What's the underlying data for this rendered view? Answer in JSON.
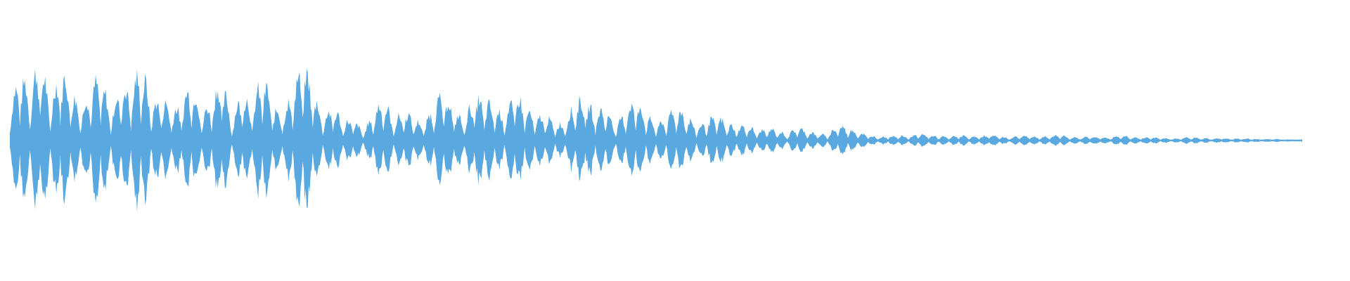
{
  "waveform": {
    "color": "#5aa8e0",
    "background": "#ffffff",
    "envelope": [
      0.35,
      0.8,
      0.55,
      0.98,
      0.4,
      0.85,
      0.6,
      0.35,
      0.6,
      0.75,
      0.3,
      0.65,
      0.55,
      0.9,
      0.4,
      0.5,
      0.35,
      0.4,
      0.7,
      0.3,
      0.45,
      0.75,
      0.2,
      0.6,
      0.35,
      0.78,
      0.4,
      0.3,
      0.55,
      0.92,
      0.6,
      0.25,
      0.4,
      0.2,
      0.25,
      0.1,
      0.3,
      0.5,
      0.2,
      0.35,
      0.25,
      0.18,
      0.4,
      0.55,
      0.35,
      0.22,
      0.5,
      0.45,
      0.38,
      0.28,
      0.55,
      0.4,
      0.25,
      0.3,
      0.18,
      0.2,
      0.45,
      0.48,
      0.3,
      0.4,
      0.15,
      0.35,
      0.48,
      0.3,
      0.18,
      0.25,
      0.38,
      0.3,
      0.15,
      0.22,
      0.28,
      0.2,
      0.15,
      0.18,
      0.1,
      0.14,
      0.12,
      0.06,
      0.16,
      0.1,
      0.08,
      0.06,
      0.18,
      0.14,
      0.1,
      0.06,
      0.04,
      0.05,
      0.06,
      0.04,
      0.08,
      0.06,
      0.05,
      0.04,
      0.06,
      0.05,
      0.04,
      0.07,
      0.05,
      0.03,
      0.06,
      0.05,
      0.04,
      0.05,
      0.07,
      0.04,
      0.03,
      0.05,
      0.04,
      0.03,
      0.06,
      0.04,
      0.03,
      0.04,
      0.03,
      0.02,
      0.03,
      0.04,
      0.03,
      0.02,
      0.03,
      0.02,
      0.025,
      0.02,
      0.015,
      0.02,
      0.015,
      0.01
    ]
  }
}
